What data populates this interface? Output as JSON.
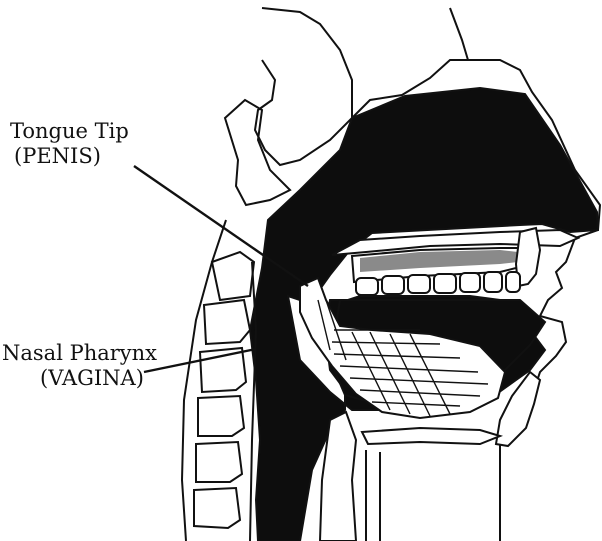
{
  "labels": {
    "tongue": {
      "line1": "Tongue Tip",
      "line2": "(PENIS)"
    },
    "nasal": {
      "line1": "Nasal Pharynx",
      "line2": "(VAGINA)"
    }
  },
  "colors": {
    "ink": "#111111",
    "cavity": "#0d0d0d",
    "background": "#ffffff"
  }
}
